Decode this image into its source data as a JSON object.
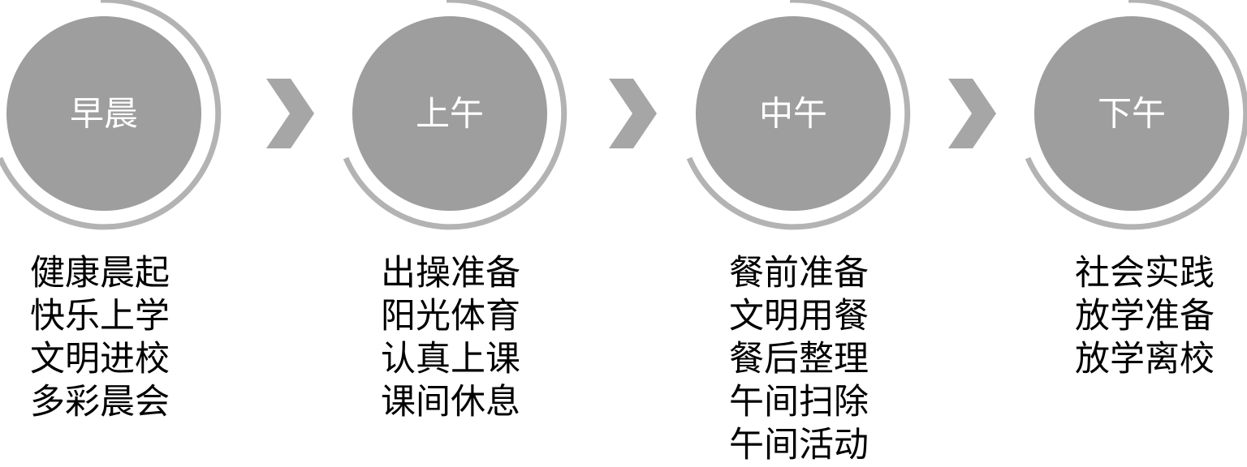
{
  "colors": {
    "circle_fill": "#9e9e9e",
    "ring_stroke": "#b3b3b3",
    "arrow_fill": "#a6a6a6",
    "title_text": "#ffffff",
    "item_text": "#000000"
  },
  "stages": [
    {
      "title": "早晨",
      "items": [
        "健康晨起",
        "快乐上学",
        "文明进校",
        "多彩晨会"
      ]
    },
    {
      "title": "上午",
      "items": [
        "出操准备",
        "阳光体育",
        "认真上课",
        "课间休息"
      ]
    },
    {
      "title": "中午",
      "items": [
        "餐前准备",
        "文明用餐",
        "餐后整理",
        "午间扫除",
        "午间活动"
      ]
    },
    {
      "title": "下午",
      "items": [
        "社会实践",
        "放学准备",
        "放学离校"
      ]
    }
  ],
  "connectors": [
    {
      "icon": "chevron-right-icon"
    },
    {
      "icon": "chevron-right-icon"
    },
    {
      "icon": "chevron-right-icon"
    }
  ]
}
